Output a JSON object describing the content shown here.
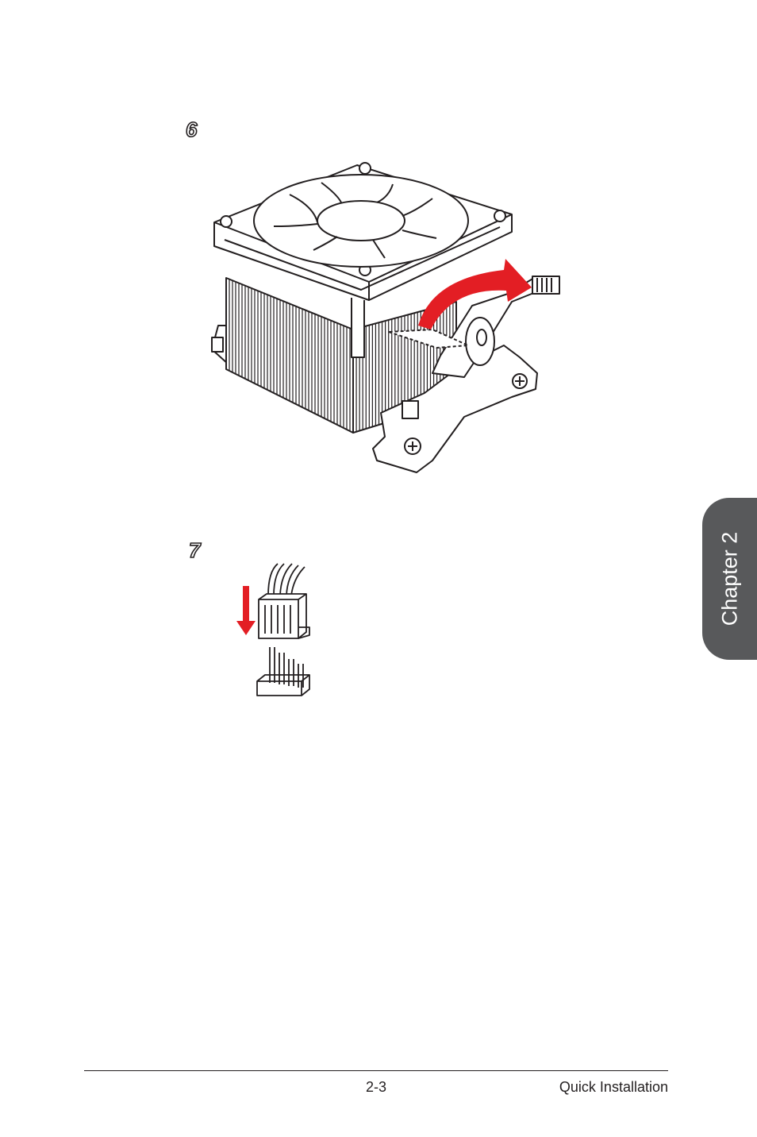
{
  "steps": [
    {
      "number": "6",
      "figure": "cpu-cooler-lever-lock"
    },
    {
      "number": "7",
      "figure": "fan-connector-insert"
    }
  ],
  "chapter_tab": {
    "label": "Chapter 2",
    "color": "#58595b"
  },
  "footer": {
    "page_number": "2-3",
    "section": "Quick Installation"
  },
  "colors": {
    "arrow": "#e31e24",
    "line": "#231f20",
    "background": "#ffffff"
  }
}
